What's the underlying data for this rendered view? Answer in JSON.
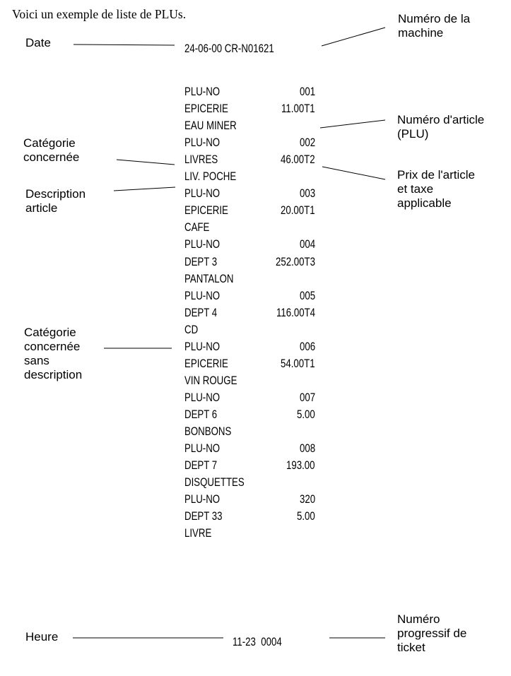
{
  "intro": "Voici un exemple de liste de PLUs.",
  "labels": {
    "date": "Date",
    "machine_number": "Numéro de la\nmachine",
    "category": "Catégorie\nconcernée",
    "article_number": "Numéro d'article\n(PLU)",
    "price_tax": "Prix de l'article\net taxe\napplicable",
    "description": "Description\narticle",
    "category_no_desc": "Catégorie\nconcernée\nsans\ndescription",
    "time": "Heure",
    "ticket_number": "Numéro\nprogressif de\nticket"
  },
  "receipt": {
    "header": "24-06-00 CR-N01621",
    "rows": [
      {
        "left": "PLU-NO",
        "right": "001"
      },
      {
        "left": "EPICERIE",
        "right": "11.00T1"
      },
      {
        "left": "EAU MINER",
        "right": ""
      },
      {
        "left": "PLU-NO",
        "right": "002"
      },
      {
        "left": "LIVRES",
        "right": "46.00T2"
      },
      {
        "left": "LIV. POCHE",
        "right": ""
      },
      {
        "left": "PLU-NO",
        "right": "003"
      },
      {
        "left": "EPICERIE",
        "right": "20.00T1"
      },
      {
        "left": "CAFE",
        "right": ""
      },
      {
        "left": "PLU-NO",
        "right": "004"
      },
      {
        "left": "DEPT 3",
        "right": "252.00T3"
      },
      {
        "left": "PANTALON",
        "right": ""
      },
      {
        "left": "PLU-NO",
        "right": "005"
      },
      {
        "left": "DEPT 4",
        "right": "116.00T4"
      },
      {
        "left": "CD",
        "right": ""
      },
      {
        "left": "PLU-NO",
        "right": "006"
      },
      {
        "left": "EPICERIE",
        "right": "54.00T1"
      },
      {
        "left": "VIN ROUGE",
        "right": ""
      },
      {
        "left": "PLU-NO",
        "right": "007"
      },
      {
        "left": "DEPT 6",
        "right": "5.00"
      },
      {
        "left": "BONBONS",
        "right": ""
      },
      {
        "left": "PLU-NO",
        "right": "008"
      },
      {
        "left": "DEPT 7",
        "right": "193.00"
      },
      {
        "left": "DISQUETTES",
        "right": ""
      },
      {
        "left": "PLU-NO",
        "right": "320"
      },
      {
        "left": "DEPT 33",
        "right": "5.00"
      },
      {
        "left": "LIVRE",
        "right": ""
      }
    ],
    "footer": "11-23  0004"
  }
}
